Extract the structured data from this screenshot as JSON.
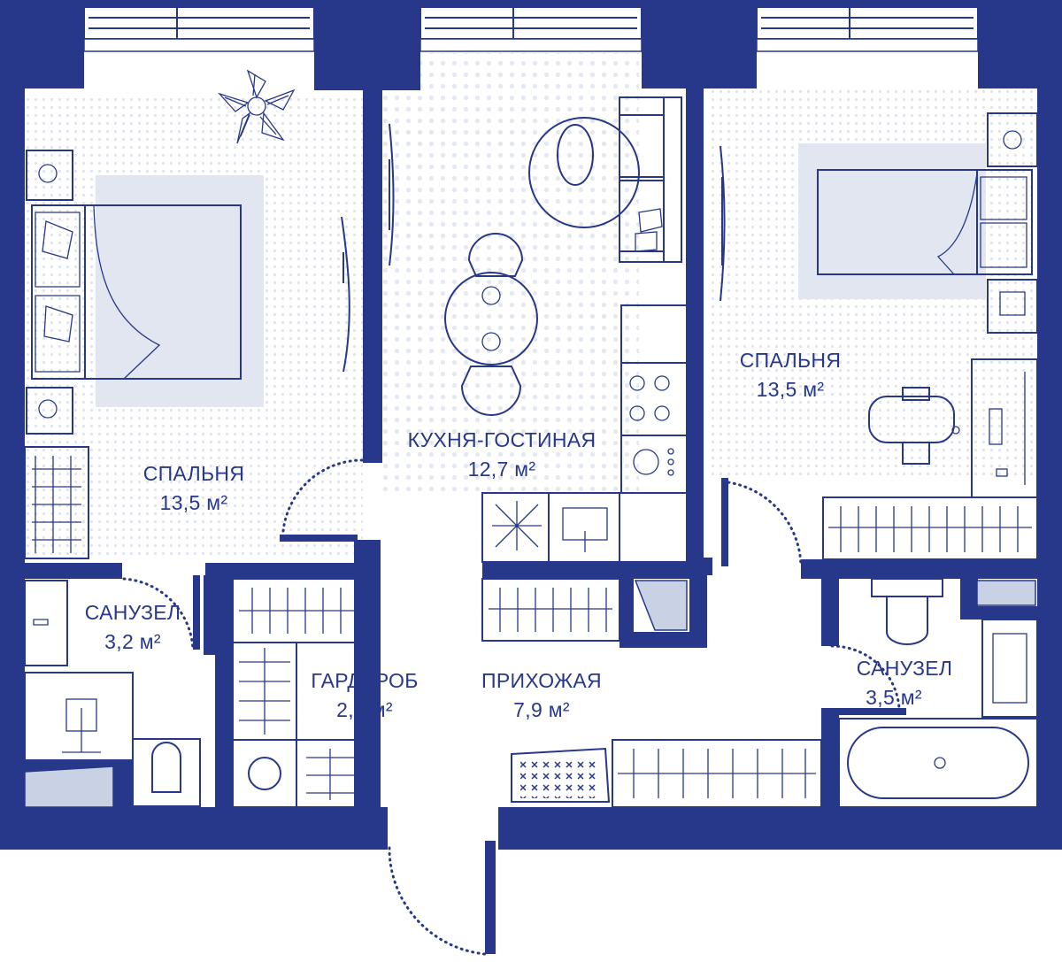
{
  "plan": {
    "colors": {
      "wall": "#27388a",
      "fill": "#ffffff",
      "dots": "#dfe4ef",
      "mirror": "#c9d1e4"
    },
    "rooms": [
      {
        "id": "bedroom-left",
        "name": "СПАЛЬНЯ",
        "area": "13,5 м²"
      },
      {
        "id": "kitchen-living",
        "name": "КУХНЯ-ГОСТИНАЯ",
        "area": "12,7 м²"
      },
      {
        "id": "bedroom-right",
        "name": "СПАЛЬНЯ",
        "area": "13,5 м²"
      },
      {
        "id": "bathroom-left",
        "name": "САНУЗЕЛ",
        "area": "3,2 м²"
      },
      {
        "id": "wardrobe",
        "name": "ГАРДЕРОБ",
        "area": "2,6 м²"
      },
      {
        "id": "hallway",
        "name": "ПРИХОЖАЯ",
        "area": "7,9 м²"
      },
      {
        "id": "bathroom-right",
        "name": "САНУЗЕЛ",
        "area": "3,5 м²"
      }
    ],
    "icons": [
      "plant-icon",
      "bed-icon",
      "lamp-icon",
      "tv-icon",
      "wardrobe-icon",
      "dining-table-icon",
      "chair-icon",
      "sofa-icon",
      "rug-icon",
      "cooktop-icon",
      "sink-icon",
      "oven-icon",
      "desk-icon",
      "office-chair-icon",
      "toilet-icon",
      "bathtub-icon",
      "washing-machine-icon",
      "doormat-icon",
      "mirror-icon",
      "window-icon"
    ]
  }
}
